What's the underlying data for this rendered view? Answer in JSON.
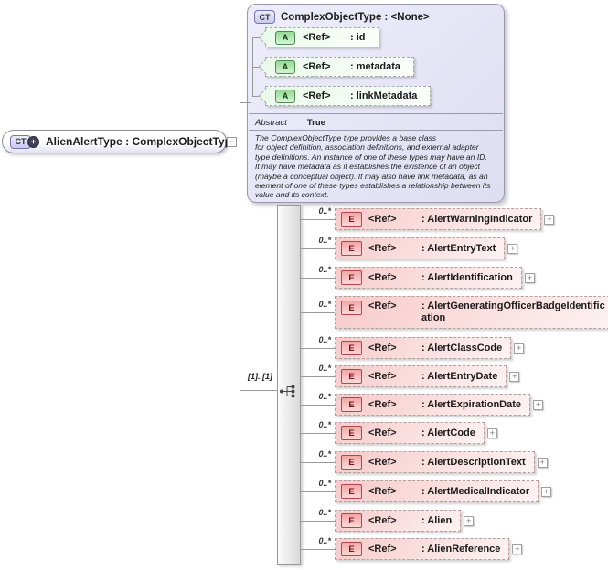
{
  "diagram": {
    "root": {
      "badge": "CT",
      "name": "AlienAlertType : ComplexObjectType"
    },
    "base_type": {
      "badge": "CT",
      "title": "ComplexObjectType : <None>",
      "attributes": [
        {
          "badge": "A",
          "ref": "<Ref>",
          "name": ": id"
        },
        {
          "badge": "A",
          "ref": "<Ref>",
          "name": ": metadata"
        },
        {
          "badge": "A",
          "ref": "<Ref>",
          "name": ": linkMetadata"
        }
      ],
      "abstract_label": "Abstract",
      "abstract_value": "True",
      "description": "The ComplexObjectType type provides a base class\nfor object definition, association definitions, and external adapter\ntype definitions. An instance of one of these types may have an ID.\nIt may have metadata as it establishes the existence of an object\n(maybe a conceptual object). It may also have link metadata, as an\nelement of one of these types establishes a relationship between its\nvalue and its context."
    },
    "sequence": {
      "cardinality": "[1]..[1]",
      "elements": [
        {
          "badge": "E",
          "ref": "<Ref>",
          "name": ": AlertWarningIndicator",
          "occurrence": "0..*"
        },
        {
          "badge": "E",
          "ref": "<Ref>",
          "name": ": AlertEntryText",
          "occurrence": "0..*"
        },
        {
          "badge": "E",
          "ref": "<Ref>",
          "name": ": AlertIdentification",
          "occurrence": "0..*"
        },
        {
          "badge": "E",
          "ref": "<Ref>",
          "name": ": AlertGeneratingOfficerBadgeIdentification",
          "occurrence": "0..*"
        },
        {
          "badge": "E",
          "ref": "<Ref>",
          "name": ": AlertClassCode",
          "occurrence": "0..*"
        },
        {
          "badge": "E",
          "ref": "<Ref>",
          "name": ": AlertEntryDate",
          "occurrence": "0..*"
        },
        {
          "badge": "E",
          "ref": "<Ref>",
          "name": ": AlertExpirationDate",
          "occurrence": "0..*"
        },
        {
          "badge": "E",
          "ref": "<Ref>",
          "name": ": AlertCode",
          "occurrence": "0..*"
        },
        {
          "badge": "E",
          "ref": "<Ref>",
          "name": ": AlertDescriptionText",
          "occurrence": "0..*"
        },
        {
          "badge": "E",
          "ref": "<Ref>",
          "name": ": AlertMedicalIndicator",
          "occurrence": "0..*"
        },
        {
          "badge": "E",
          "ref": "<Ref>",
          "name": ": Alien",
          "occurrence": "0..*"
        },
        {
          "badge": "E",
          "ref": "<Ref>",
          "name": ": AlienReference",
          "occurrence": "0..*"
        }
      ]
    },
    "icons": {
      "expand_symbol": "+",
      "collapse_symbol": "−",
      "ct_plus_symbol": "+"
    },
    "colors": {
      "base_box_fill": "#e7e7f8",
      "attribute_fill": "#eafaea",
      "attribute_badge": "#93da93",
      "element_fill": "#f7caca",
      "element_badge": "#f2a6a6",
      "connector_line": "#999999"
    }
  }
}
